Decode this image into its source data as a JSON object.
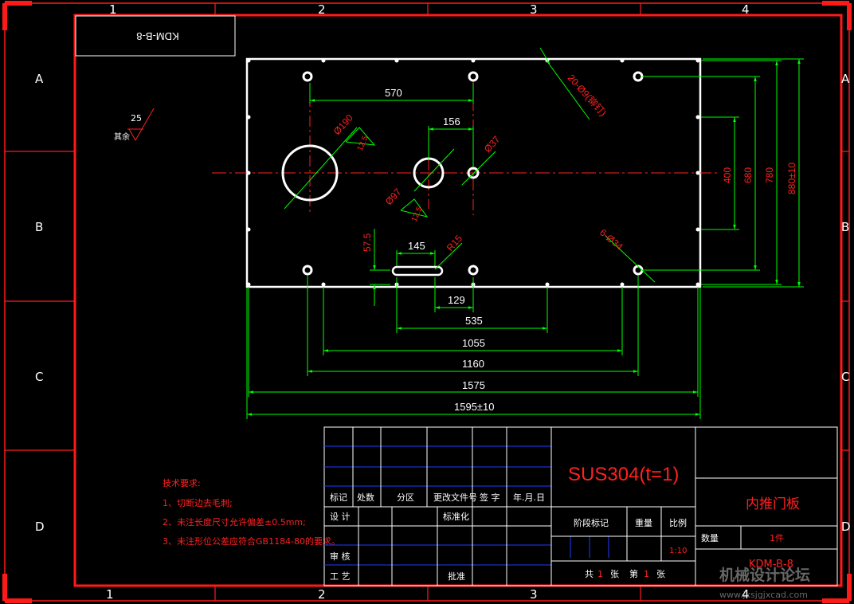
{
  "colors": {
    "background": "#000000",
    "border": "#ff1a1a",
    "part": "#ffffff",
    "dimension": "#00ff00",
    "annotation": "#ff2020",
    "grid": "#1e3dff"
  },
  "zones": {
    "columns": [
      "1",
      "2",
      "3",
      "4"
    ],
    "rows": [
      "A",
      "B",
      "C",
      "D"
    ]
  },
  "drawing_code": "KDM-B-8",
  "roughness": {
    "value": "25",
    "label": "其余"
  },
  "dimensions": {
    "horizontal": [
      "570",
      "156",
      "145",
      "129",
      "535",
      "1055",
      "1160",
      "1575",
      "1595±10"
    ],
    "vertical": [
      "400",
      "680",
      "780",
      "880±10",
      "57.5"
    ],
    "holes": [
      "Ø190",
      "Ø97",
      "Ø37",
      "R15",
      "20-Ø9(铆钉)",
      "6-Ø34",
      "12.5",
      "12.5"
    ]
  },
  "material": "SUS304(t=1)",
  "part_name": "内推门板",
  "title_block": {
    "revision_headers": [
      "标记",
      "处数",
      "分区",
      "更改文件号",
      "签 字",
      "年.月.日"
    ],
    "roles": [
      "设 计",
      "审 核",
      "工 艺"
    ],
    "standardize": "标准化",
    "approve": "批准",
    "stage_mark": "阶段标记",
    "weight": "重量",
    "scale_label": "比例",
    "scale_value": "1:10",
    "qty_label": "数量",
    "qty_value": "1件",
    "sheets_total_label": "共",
    "sheets_total": "1",
    "sheets_unit": "张",
    "sheet_no_label": "第",
    "sheet_no": "1",
    "sheet_unit2": "张",
    "code": "KDM-B-8"
  },
  "notes": {
    "heading": "技术要求:",
    "items": [
      "1、切断边去毛刺;",
      "2、未注长度尺寸允许偏差±0.5mm;",
      "3、未注形位公差应符合GB1184-80的要求。"
    ]
  },
  "watermark": {
    "line1": "机械设计论坛",
    "line2": "www.jxsjgjxcad.com"
  }
}
